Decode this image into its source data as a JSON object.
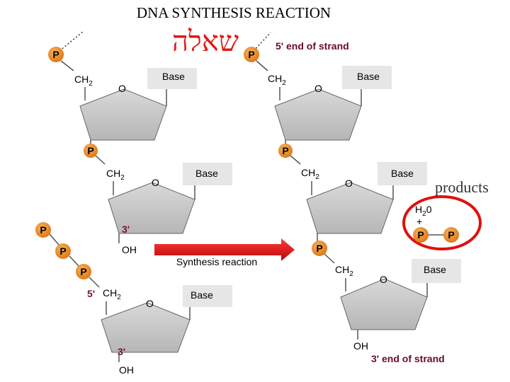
{
  "title": "DNA SYNTHESIS REACTION",
  "hebrew_title": "שאלה",
  "five_prime_label": "5' end of strand",
  "three_prime_label": "3' end of strand",
  "products_label": "products",
  "arrow_label": "Synthesis reaction",
  "base": "Base",
  "o": "O",
  "oh": "OH",
  "ch": "CH",
  "two": "2",
  "p": "P",
  "h2o_h": "H",
  "h2o_tail": "0",
  "plus": "+",
  "three_prime": "3'",
  "five_prime": "5'",
  "colors": {
    "phosphate": "#e8821e",
    "sugar": "#c8c8c8",
    "base_box": "#e6e6e6",
    "arrow": "#d41414",
    "circle": "#e01010",
    "hebrew": "#e01818"
  }
}
